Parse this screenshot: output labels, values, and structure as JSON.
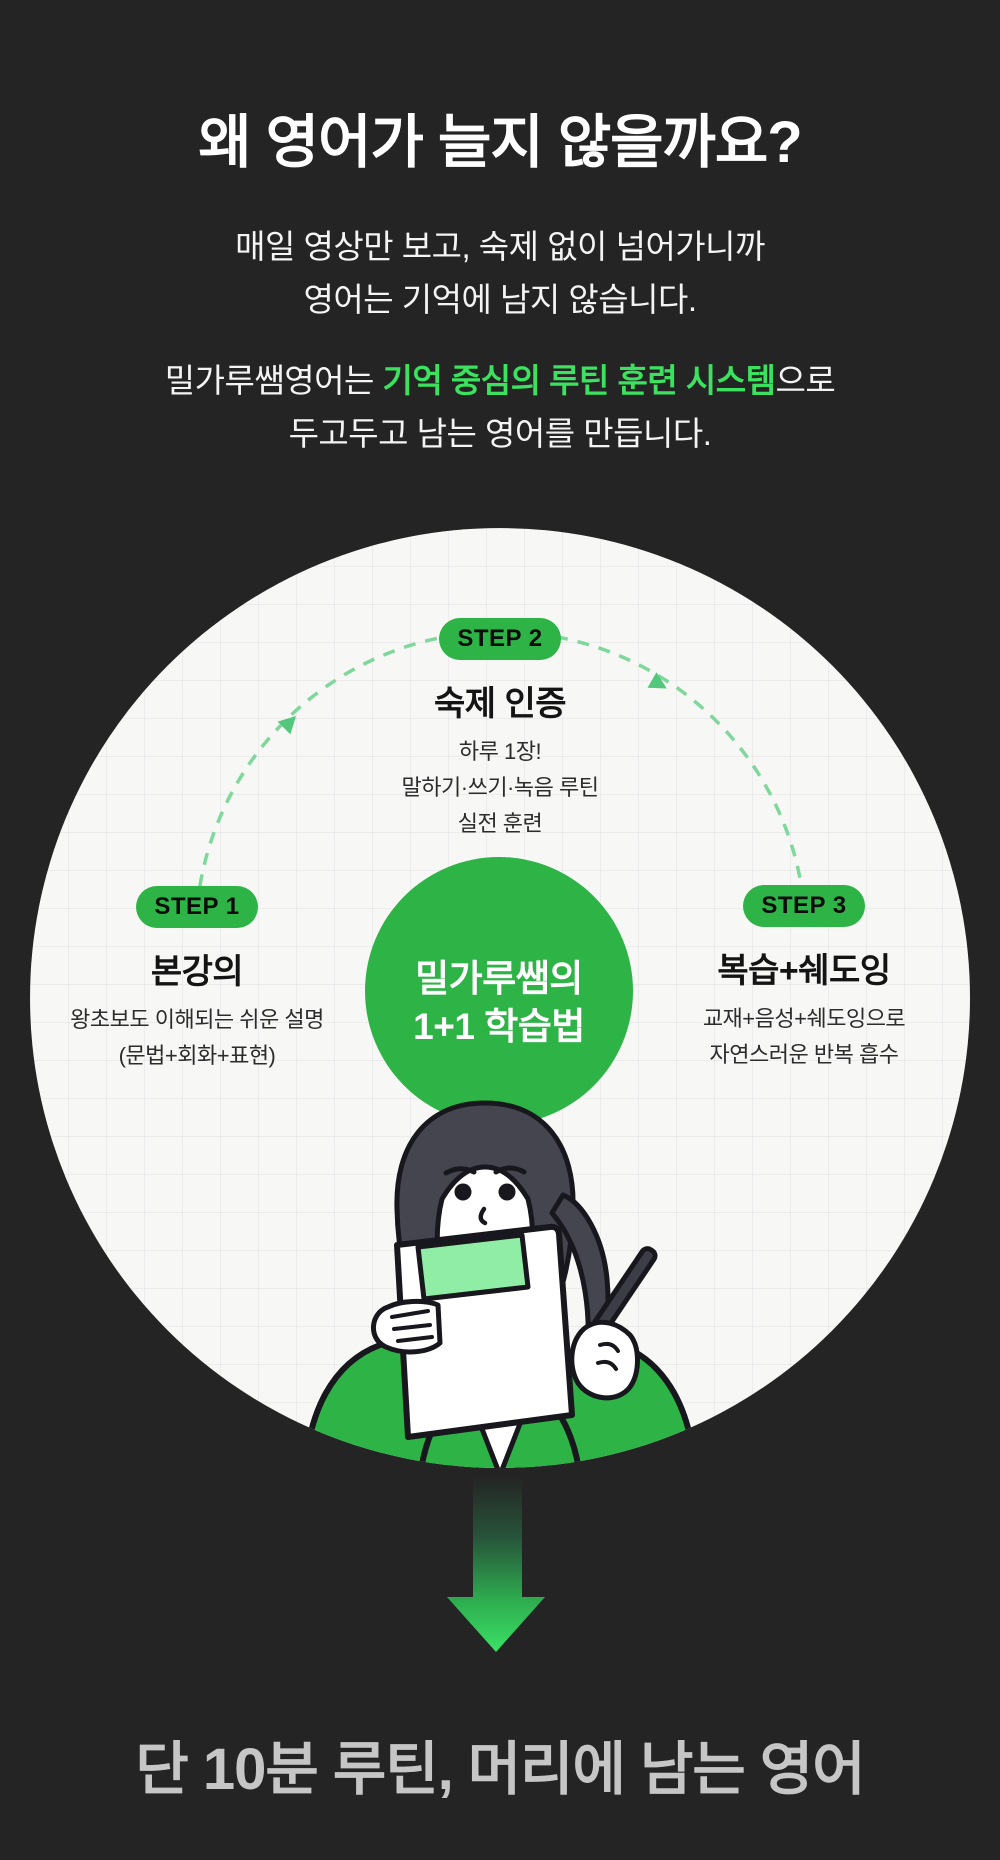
{
  "page": {
    "background": "#242424"
  },
  "header": {
    "title": "왜 영어가 늘지 않을까요?"
  },
  "intro": {
    "para1_line1": "매일 영상만 보고, 숙제 없이 넘어가니까",
    "para1_line2": "영어는 기억에 남지 않습니다.",
    "para2_prefix": "밀가루쌤영어는 ",
    "para2_highlight": "기억 중심의 루틴 훈련 시스템",
    "para2_suffix": "으로",
    "para2_line2": "두고두고 남는 영어를 만듭니다.",
    "highlight_color": "#3be15f"
  },
  "diagram": {
    "center": {
      "line1": "밀가루쌤의",
      "line2": "1+1 학습법"
    },
    "steps": [
      {
        "badge": "STEP 1",
        "title": "본강의",
        "lines": [
          "왕초보도 이해되는 쉬운 설명",
          "(문법+회화+표현)"
        ]
      },
      {
        "badge": "STEP 2",
        "title": "숙제 인증",
        "lines": [
          "하루 1장!",
          "말하기·쓰기·녹음 루틴",
          "실전 훈련"
        ]
      },
      {
        "badge": "STEP 3",
        "title": "복습+쉐도잉",
        "lines": [
          "교재+음성+쉐도잉으로",
          "자연스러운 반복 흡수"
        ]
      }
    ],
    "colors": {
      "accent_green": "#2eb346",
      "arc_green": "#7fd79c",
      "paper_label_green": "#90eda5",
      "circle_bg": "#f7f7f5"
    },
    "illustration": "teacher-holding-book-and-pen"
  },
  "outro": {
    "headline": "단 10분 루틴, 머리에 남는 영어",
    "arrow_color": "#3ae166"
  }
}
